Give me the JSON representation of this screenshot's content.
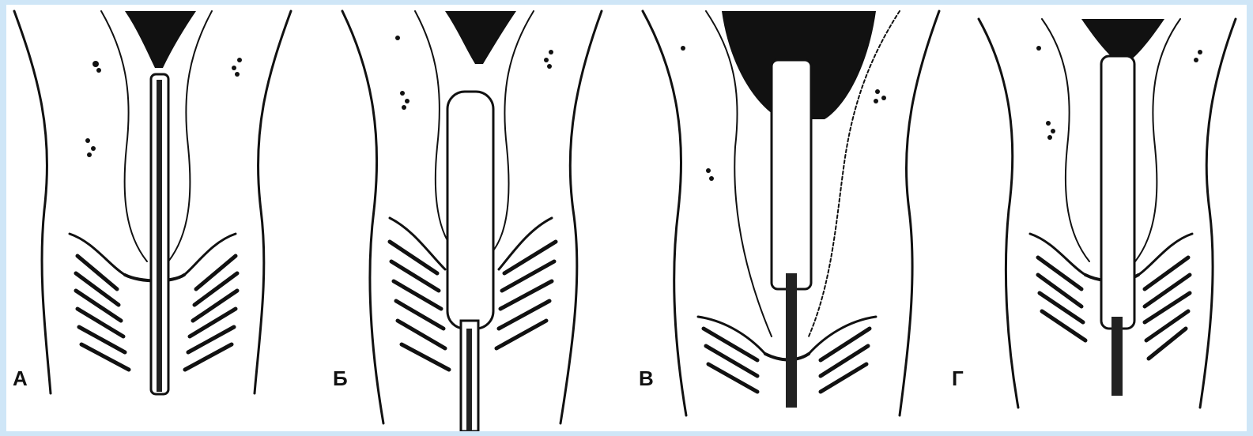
{
  "panels": [
    {
      "letter": "А"
    },
    {
      "letter": "Б"
    },
    {
      "letter": "В"
    },
    {
      "letter": "Г"
    }
  ],
  "colors": {
    "background": "#cfe6f7",
    "ink": "#111111",
    "paper": "#ffffff"
  }
}
